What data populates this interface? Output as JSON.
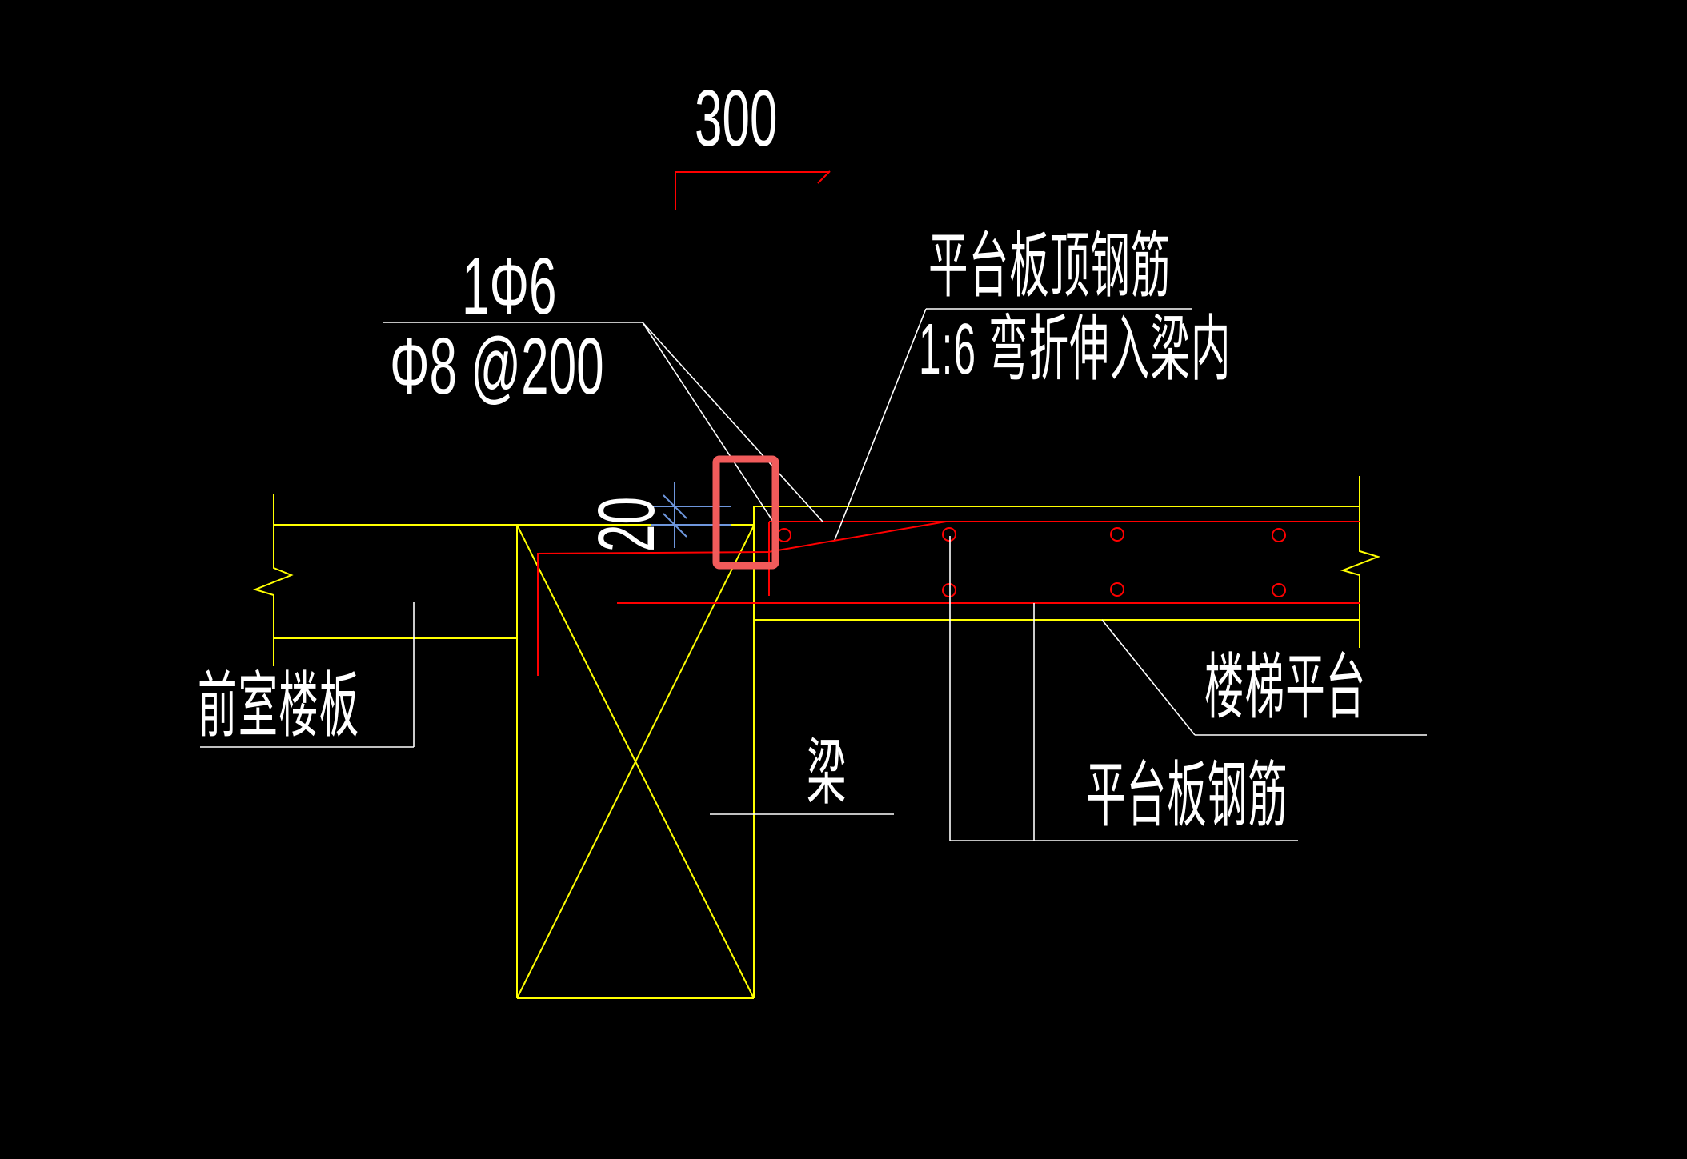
{
  "drawing": {
    "type": "cad-structural-detail",
    "background": "#000000",
    "colors": {
      "structure_yellow": "#FFFF00",
      "rebar_red": "#FF0000",
      "leader_white": "#FFFFFF",
      "dimension_blue": "#6E96DC",
      "highlight_box": "#F15B5B"
    },
    "dimensions": {
      "beam_width": "300",
      "step_gap": "20"
    },
    "callouts": {
      "bar_count": "1Φ6",
      "bar_spacing": "Φ8 @200",
      "top_rebar_line1": "平台板顶钢筋",
      "top_rebar_line2": "1:6 弯折伸入梁内",
      "front_room_slab": "前室楼板",
      "beam": "梁",
      "stair_landing": "楼梯平台",
      "landing_slab_rebar": "平台板钢筋"
    }
  }
}
